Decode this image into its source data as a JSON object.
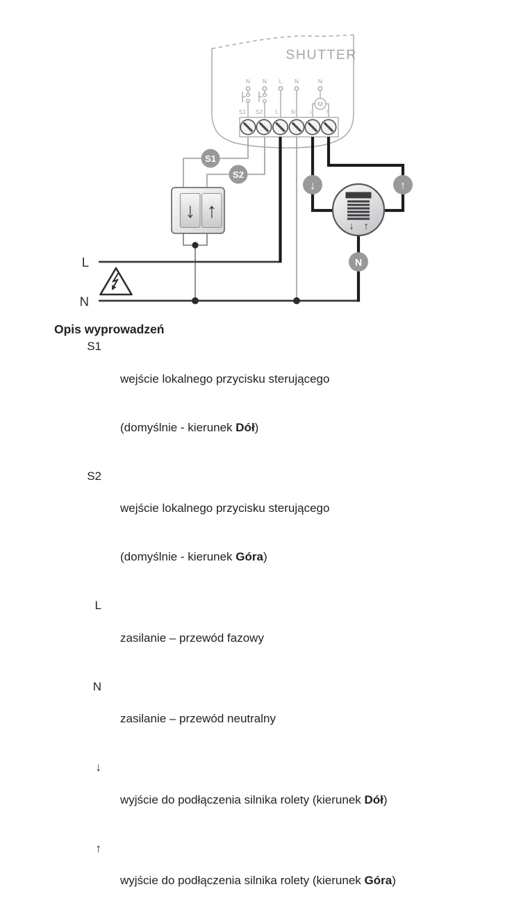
{
  "diagram": {
    "device_label": "SHUTTER",
    "schematic": {
      "top_labels": [
        "N",
        "N",
        "L",
        "N",
        "N"
      ],
      "terminal_labels": [
        "S1",
        "S2",
        "L",
        "N",
        "↓",
        "↑"
      ],
      "motor_label": "M"
    },
    "badges": {
      "s1": "S1",
      "s2": "S2",
      "down": "↓",
      "up": "↑",
      "neutral": "N"
    },
    "switch_icon": {
      "down_arrow": "↓",
      "up_arrow": "↑"
    },
    "shutter_icon": {
      "down_arrow": "↓",
      "up_arrow": "↑"
    },
    "supply": {
      "line": "L",
      "neutral": "N"
    }
  },
  "legend": {
    "title": "Opis wyprowadzeń",
    "items": [
      {
        "label": "S1",
        "line1": "wejście lokalnego przycisku sterującego",
        "line2_prefix": "(domyślnie - kierunek ",
        "line2_bold": "Dół",
        "line2_suffix": ")"
      },
      {
        "label": "S2",
        "line1": "wejście lokalnego przycisku sterującego",
        "line2_prefix": "(domyślnie - kierunek ",
        "line2_bold": "Góra",
        "line2_suffix": ")"
      },
      {
        "label": "L",
        "line1": "zasilanie – przewód fazowy"
      },
      {
        "label": "N",
        "line1": "zasilanie – przewód neutralny"
      },
      {
        "label": "↓",
        "line1_prefix": "wyjście do podłączenia silnika rolety (kierunek ",
        "line1_bold": "Dół",
        "line1_suffix": ")"
      },
      {
        "label": "↑",
        "line1_prefix": "wyjście do podłączenia silnika rolety (kierunek ",
        "line1_bold": "Góra",
        "line1_suffix": ")"
      }
    ]
  },
  "colors": {
    "device_outline": "#a8aaad",
    "device_label_text": "#a4a6a8",
    "schematic_gray": "#a2a4a7",
    "screw_dark": "#4c4e50",
    "wire_thick": "#1c1c1e",
    "wire_supply": "#3a3a3c",
    "wire_thin": "#9a9ca0",
    "badge_gray": "#98999b",
    "badge_text": "#ffffff",
    "icon_dark": "#3b3d3f",
    "text_dark": "#231f20"
  }
}
